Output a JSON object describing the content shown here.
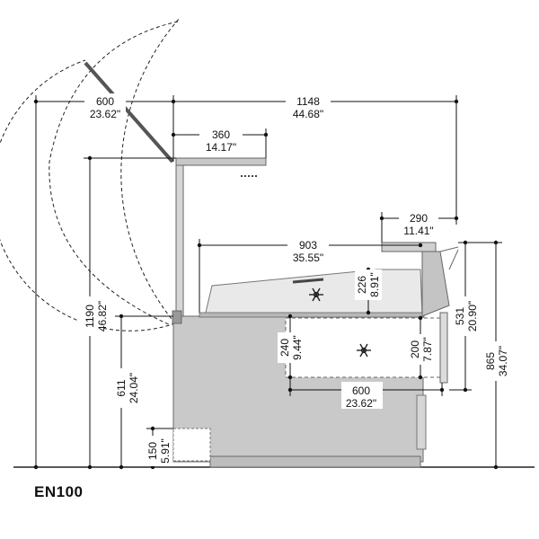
{
  "model_label": "EN100",
  "dimensions": {
    "top_left_mm": "600",
    "top_left_in": "23.62\"",
    "overall_width_mm": "1148",
    "overall_width_in": "44.68\"",
    "shelf_mm": "360",
    "shelf_in": "14.17\"",
    "top_right_mm": "290",
    "top_right_in": "11.41\"",
    "display_width_mm": "903",
    "display_width_in": "35.55\"",
    "display_depth_mm": "226",
    "display_depth_in": "8.91\"",
    "total_height_mm": "1190",
    "total_height_in": "46.82\"",
    "counter_height_mm": "611",
    "counter_height_in": "24.04\"",
    "toe_height_mm": "150",
    "toe_height_in": "5.91\"",
    "drawer_left_mm": "240",
    "drawer_left_in": "9.44\"",
    "drawer_height_mm": "200",
    "drawer_height_in": "7.87\"",
    "drawer_width_mm": "600",
    "drawer_width_in": "23.62\"",
    "right_upper_mm": "531",
    "right_upper_in": "20.90\"",
    "right_total_mm": "865",
    "right_total_in": "34.07\""
  },
  "icons": [
    "snowflake-icon",
    "snowflake-icon"
  ]
}
